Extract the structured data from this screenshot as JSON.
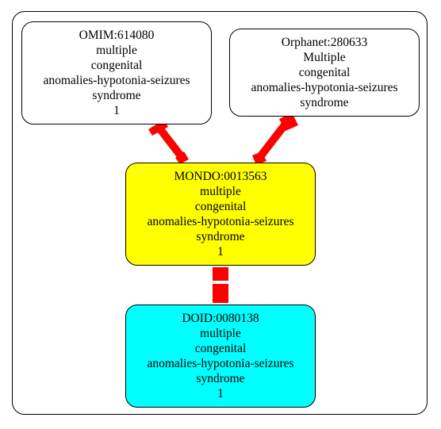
{
  "colors": {
    "edge": "#ff0000",
    "mondo_fill": "#ffff00",
    "doid_fill": "#00ffff",
    "default_fill": "#ffffff",
    "border": "#000000"
  },
  "nodes": {
    "omim": {
      "lines": [
        "OMIM:614080",
        "multiple",
        "congenital",
        "anomalies-hypotonia-seizures",
        "syndrome",
        "1"
      ]
    },
    "orphanet": {
      "lines": [
        "Orphanet:280633",
        "Multiple",
        "congenital",
        "anomalies-hypotonia-seizures",
        "syndrome"
      ]
    },
    "mondo": {
      "lines": [
        "MONDO:0013563",
        "multiple",
        "congenital",
        "anomalies-hypotonia-seizures",
        "syndrome",
        "1"
      ]
    },
    "doid": {
      "lines": [
        "DOID:0080138",
        "multiple",
        "congenital",
        "anomalies-hypotonia-seizures",
        "syndrome",
        "1"
      ]
    }
  },
  "edges": [
    {
      "from": "omim",
      "to": "mondo"
    },
    {
      "from": "orphanet",
      "to": "mondo"
    },
    {
      "from": "mondo",
      "to": "doid"
    }
  ]
}
